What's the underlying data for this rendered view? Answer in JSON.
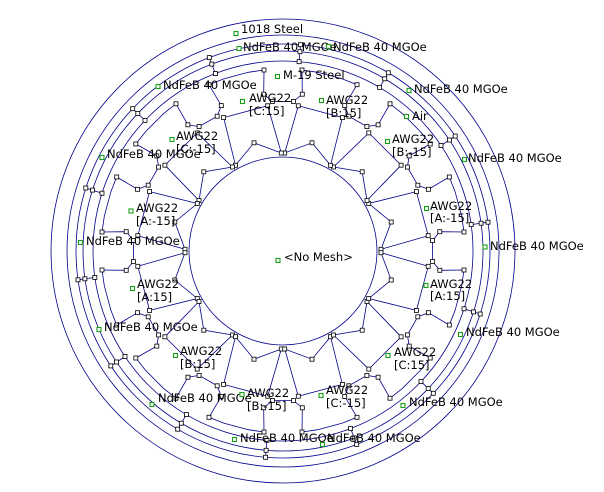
{
  "colors": {
    "geometry": "#00008b",
    "node": "#000000",
    "block_marker": "#1a9e1a",
    "background": "#ffffff"
  },
  "labels": {
    "outer_steel": "1018 Steel",
    "rotor_iron": "M-19 Steel",
    "air": "Air",
    "no_mesh": "<No Mesh>",
    "magnets": [
      "NdFeB 40 MGOe",
      "NdFeB 40 MGOe",
      "NdFeB 40 MGOe",
      "NdFeB 40 MGOe",
      "NdFeB 40 MGOe",
      "NdFeB 40 MGOe",
      "NdFeB 40 MGOe",
      "NdFeB 40 MGOe",
      "NdFeB 40 MGOe",
      "NdFeB 40 MGOe",
      "NdFeB 40 MGOe",
      "NdFeB 40 MGOe",
      "NdFeB 40 MGOe",
      "NdFeB 40 MGOe"
    ],
    "coils": [
      {
        "wire": "AWG22",
        "circuit": "[C:15]"
      },
      {
        "wire": "AWG22",
        "circuit": "[B:15]"
      },
      {
        "wire": "AWG22",
        "circuit": "[C:-15]"
      },
      {
        "wire": "AWG22",
        "circuit": "[B:-15]"
      },
      {
        "wire": "AWG22",
        "circuit": "[A:-15]"
      },
      {
        "wire": "AWG22",
        "circuit": "[A:-15]"
      },
      {
        "wire": "AWG22",
        "circuit": "[A:15]"
      },
      {
        "wire": "AWG22",
        "circuit": "[A:15]"
      },
      {
        "wire": "AWG22",
        "circuit": "[B:15]"
      },
      {
        "wire": "AWG22",
        "circuit": "[C:15]"
      },
      {
        "wire": "AWG22",
        "circuit": "[B:-15]"
      },
      {
        "wire": "AWG22",
        "circuit": "[C:-15]"
      }
    ]
  }
}
